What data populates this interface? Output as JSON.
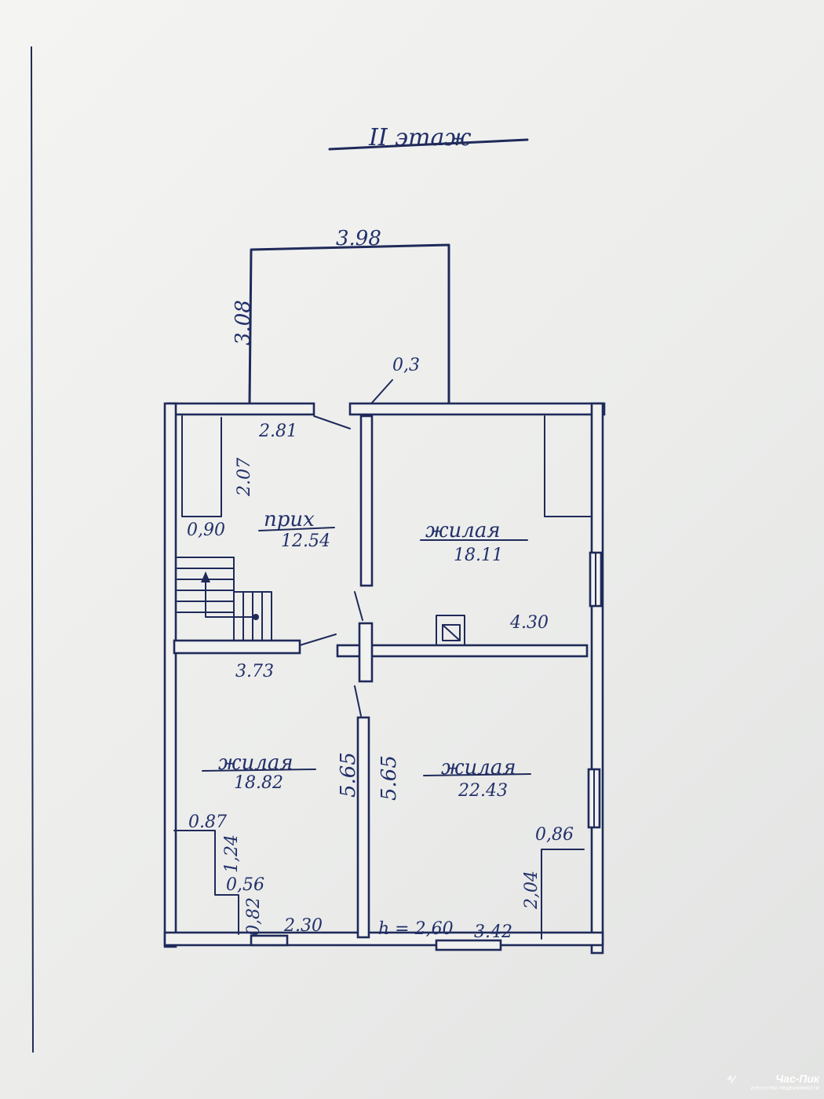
{
  "title": "II этаж",
  "rooms": [
    {
      "name": "прих",
      "area": "12.54"
    },
    {
      "name": "жилая",
      "area": "18.11"
    },
    {
      "name": "жилая",
      "area": "18.82"
    },
    {
      "name": "жилая",
      "area": "22.43"
    }
  ],
  "dimensions": {
    "balcony_width": "3.98",
    "balcony_depth": "3.08",
    "wall_thickness": "0,3",
    "hall_top": "2.81",
    "closet_height": "2.07",
    "closet_width": "0,90",
    "hall_width": "3.73",
    "room_right_width": "4.30",
    "partition_left": "5.65",
    "partition_right": "5.65",
    "niche_top": "0.87",
    "niche_height": "1,24",
    "niche_step": "0,56",
    "niche_bottom": "0,82",
    "room_bl_width": "2.30",
    "ceiling_height": "h = 2,60",
    "room_br_width": "3.42",
    "closet_right_width": "0,86",
    "closet_right_height": "2,04"
  },
  "watermark": {
    "brand": "Час-Пик",
    "tagline": "агентство недвижимости"
  },
  "colors": {
    "ink": "#1f2a5a",
    "paper": "#f1f2f0"
  }
}
